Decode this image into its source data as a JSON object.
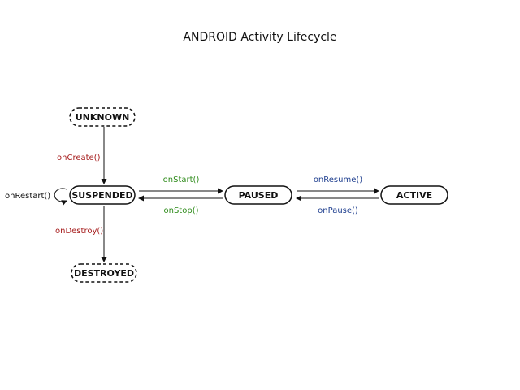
{
  "title": "ANDROID Activity Lifecycle",
  "colors": {
    "red": "#a61c1c",
    "green": "#2e8b1a",
    "blue": "#1f3f8f",
    "black": "#111111"
  },
  "states": {
    "unknown": "UNKNOWN",
    "suspended": "SUSPENDED",
    "paused": "PAUSED",
    "active": "ACTIVE",
    "destroyed": "DESTROYED"
  },
  "transitions": {
    "on_create": "onCreate()",
    "on_start": "onStart()",
    "on_stop": "onStop()",
    "on_resume": "onResume()",
    "on_pause": "onPause()",
    "on_destroy": "onDestroy()",
    "on_restart": "onRestart()"
  }
}
